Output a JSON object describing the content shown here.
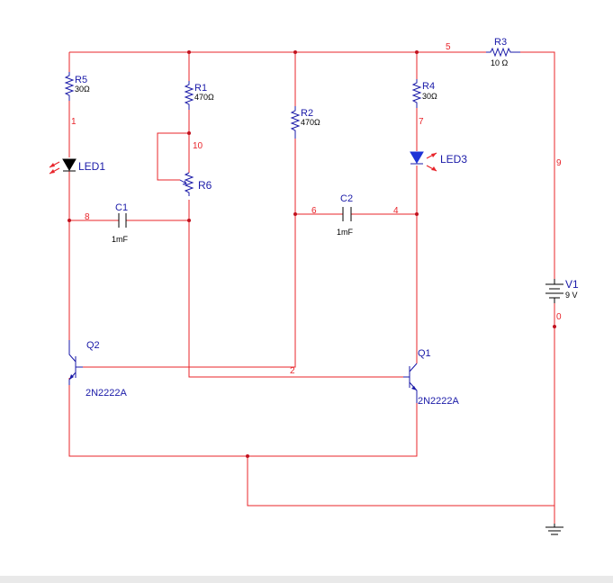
{
  "colors": {
    "wire": "#e8242a",
    "component": "#1a1aa8",
    "led1": "#000000",
    "led3": "#1f33d6",
    "arrow": "#e8242a"
  },
  "components": {
    "R1": {
      "ref": "R1",
      "value": "470Ω"
    },
    "R2": {
      "ref": "R2",
      "value": "470Ω"
    },
    "R3": {
      "ref": "R3",
      "value": "10 Ω"
    },
    "R4": {
      "ref": "R4",
      "value": "30Ω"
    },
    "R5": {
      "ref": "R5",
      "value": "30Ω"
    },
    "R6": {
      "ref": "R6"
    },
    "C1": {
      "ref": "C1",
      "value": "1mF"
    },
    "C2": {
      "ref": "C2",
      "value": "1mF"
    },
    "LED1": {
      "ref": "LED1"
    },
    "LED3": {
      "ref": "LED3"
    },
    "Q1": {
      "ref": "Q1",
      "model": "2N2222A"
    },
    "Q2": {
      "ref": "Q2",
      "model": "2N2222A"
    },
    "V1": {
      "ref": "V1",
      "value": "9 V"
    }
  },
  "nets": [
    "0",
    "1",
    "2",
    "4",
    "5",
    "6",
    "7",
    "8",
    "9",
    "10"
  ]
}
